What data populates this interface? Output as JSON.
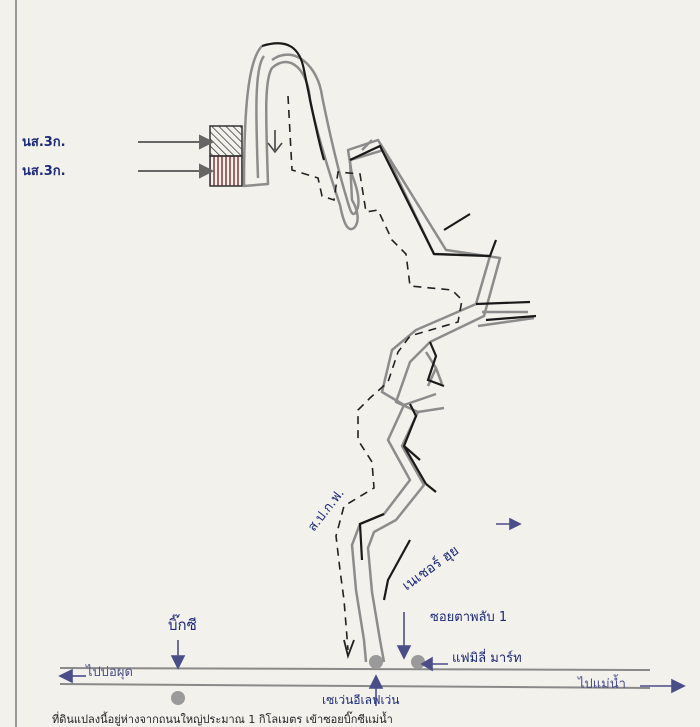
{
  "labels": {
    "nor_sor_1": "นส.3ก.",
    "nor_sor_2": "นส.3ก.",
    "sor_por_kor": "ส.ป.ก.ฟ.",
    "nature_soi": "เนเชอร์ ฮุย",
    "soi_sam": "ซอยตาพลับ 1",
    "big_c": "บิ๊กซี",
    "family_mart": "แฟมิลี่ มาร์ท",
    "to_left": "ไปบ่อผุด",
    "to_right": "ไปแม่น้ำ",
    "seven_eleven": "เซเว่นอีเลฟเว่น",
    "bottom_caption": "ที่ดินแปลงนี้อยู่ห่างจากถนนใหญ่ประมาณ 1 กิโลเมตร เข้าซอยบิ๊กซีแม่น้ำ"
  },
  "colors": {
    "road_outline": "#8a8a8a",
    "road_fill": "#f3f1ec",
    "ink": "#1c2a78",
    "dashed_route": "#222222",
    "marker": "#9a9a9a"
  },
  "icons": [
    "hatched-plot-icon",
    "arrow-right-icon",
    "landmark-marker-icon"
  ]
}
